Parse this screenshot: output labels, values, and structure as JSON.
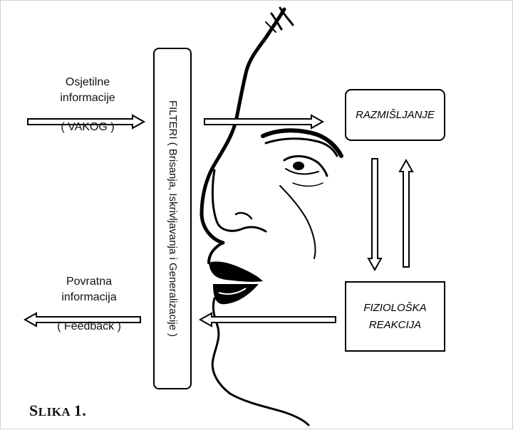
{
  "diagram": {
    "input_label": {
      "line1": "Osjetilne",
      "line2": "informacije",
      "line3": "( VAKOG )"
    },
    "feedback_label": {
      "line1": "Povratna",
      "line2": "informacija",
      "line3": "( Feedback )"
    },
    "filters_label": "FILTERI ( Brisanja, Iskrivljavanja i Generalizacije )",
    "thinking_box": "RAZMIŠLJANJE",
    "reaction_box": {
      "line1": "FIZIOLOŠKA",
      "line2": "REAKCIJA"
    },
    "caption": {
      "first_letter": "S",
      "rest": "LIKA",
      "number": "1."
    }
  },
  "colors": {
    "line": "#000000",
    "background": "#ffffff",
    "frame": "#cfcfcf"
  }
}
